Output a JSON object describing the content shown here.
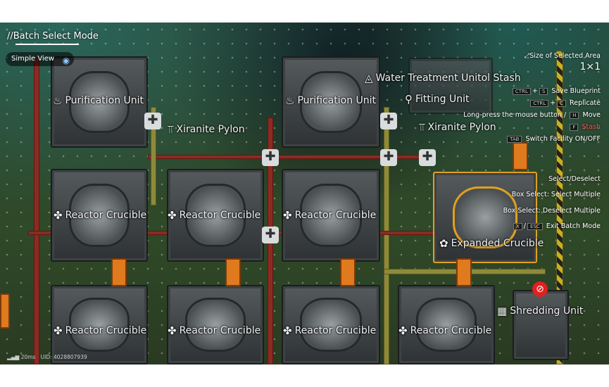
{
  "hud": {
    "title": "//Batch Select Mode",
    "simple_view": "Simple View",
    "simple_view_icon": "eye-icon"
  },
  "area": {
    "label": "Size of Selected Area",
    "value": "1×1"
  },
  "controls": [
    {
      "keys": [
        "CTRL",
        "+",
        "S"
      ],
      "label": "Save Blueprint"
    },
    {
      "keys": [
        "CTRL",
        "+",
        "C"
      ],
      "label": "Replicate"
    },
    {
      "prefix": "Long-press the mouse button",
      "keys": [
        "/",
        "H"
      ],
      "label": "Move"
    },
    {
      "keys": [
        "F"
      ],
      "label": "Stash",
      "color": "#ff5555"
    },
    {
      "keys": [
        "TAB"
      ],
      "label": "Switch Facility ON/OFF"
    },
    {
      "keys": [],
      "label": "Select/Deselect"
    },
    {
      "keys": [],
      "label": "Box Select: Select Multiple"
    },
    {
      "keys": [],
      "label": "Box Select: Deselect Multiple"
    },
    {
      "keys": [
        "X",
        "/",
        "ESC"
      ],
      "label": "Exit Batch Mode"
    }
  ],
  "facilities": {
    "purification_1": "Purification Unit",
    "purification_2": "Purification Unit",
    "water": "Water Treatment Unitol Stash",
    "pylon_1": "Xiranite Pylon",
    "pylon_2": "Xiranite Pylon",
    "fitting": "Fitting Unit",
    "reactor_1": "Reactor Crucible",
    "reactor_2": "Reactor Crucible",
    "reactor_3": "Reactor Crucible",
    "expanded": "Expanded Crucible",
    "reactor_4": "Reactor Crucible",
    "reactor_5": "Reactor Crucible",
    "reactor_6": "Reactor Crucible",
    "reactor_7": "Reactor Crucible",
    "shredding": "Shredding Unit"
  },
  "status": {
    "ping": "20ms",
    "uid": "UID: 4028807939"
  },
  "colors": {
    "pipe": "#8a2b22",
    "belt": "#8e8a3a",
    "accent": "#e07a1e",
    "stash": "#ff5555"
  }
}
